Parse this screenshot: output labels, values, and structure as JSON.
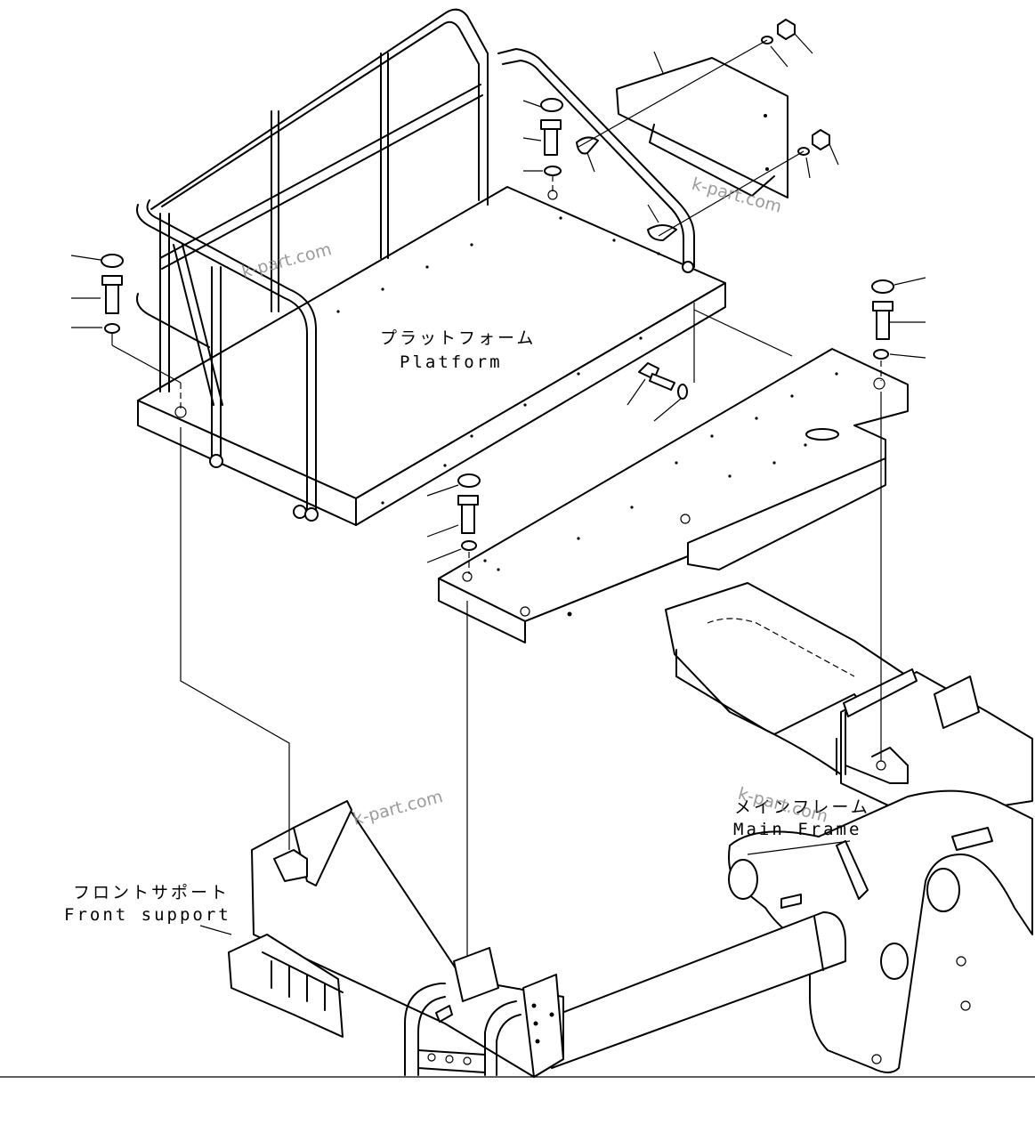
{
  "labels": {
    "platform": {
      "jp": "プラットフォーム",
      "en": "Platform"
    },
    "main_frame": {
      "jp": "メインフレーム",
      "en": "Main Frame"
    },
    "front_support": {
      "jp": "フロントサポート",
      "en": "Front support"
    }
  },
  "watermark": "k-part.com",
  "colors": {
    "line": "#000000",
    "background": "#ffffff",
    "watermark": "#8a8a8a"
  }
}
